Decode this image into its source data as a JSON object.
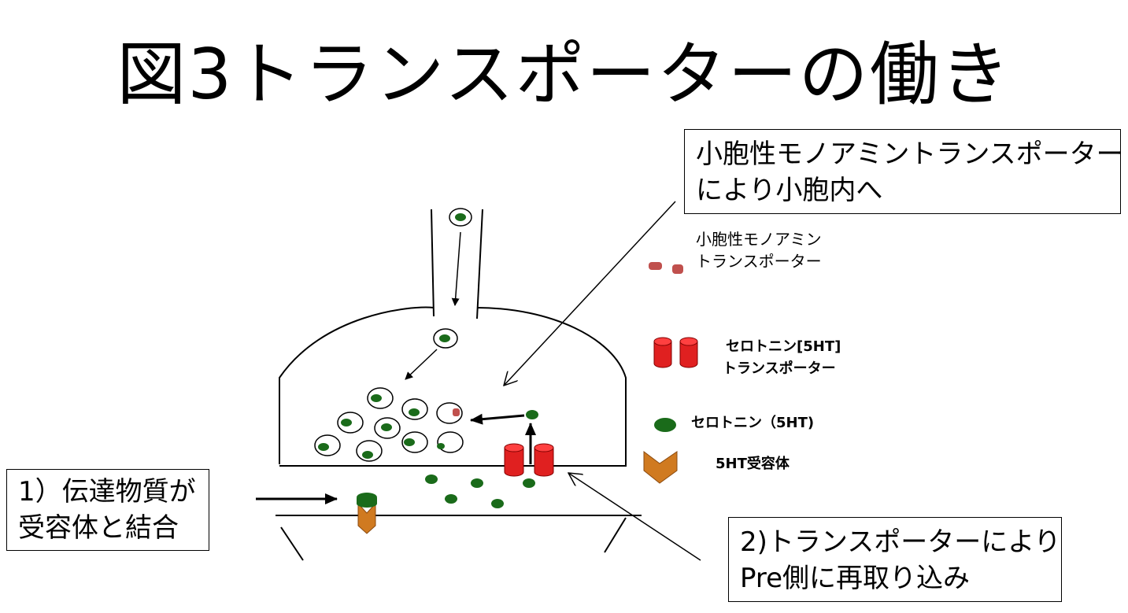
{
  "title": "図3トランスポーターの働き",
  "callouts": {
    "vmat": {
      "line1": "小胞性モノアミントランスポーター",
      "line2": "により小胞内へ"
    },
    "step1": {
      "line1": "1）伝達物質が",
      "line2": "受容体と結合"
    },
    "step2": {
      "line1": "2)トランスポーターにより",
      "line2": "Pre側に再取り込み"
    }
  },
  "legend": {
    "vmat": {
      "line1": "小胞性モノアミン",
      "line2": "トランスポーター"
    },
    "sert": {
      "line1": "セロトニン[5HT]",
      "line2": "トランスポーター"
    },
    "serotonin": {
      "label": "セロトニン（5HT)"
    },
    "receptor": {
      "label": "5HT受容体"
    }
  },
  "colors": {
    "serotonin": "#1a6b1a",
    "transporter_red": "#e02020",
    "vmat_pink": "#c0504d",
    "receptor_orange": "#d07a20"
  }
}
